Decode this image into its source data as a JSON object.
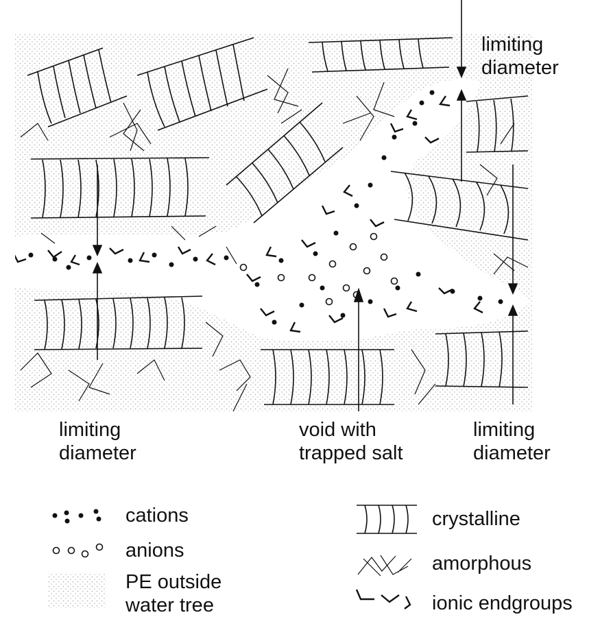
{
  "labels": {
    "top_right": {
      "line1": "limiting",
      "line2": "diameter"
    },
    "bottom_left": {
      "line1": "limiting",
      "line2": "diameter"
    },
    "bottom_center": {
      "line1": "void with",
      "line2": "trapped salt"
    },
    "bottom_right": {
      "line1": "limiting",
      "line2": "diameter"
    }
  },
  "legend": {
    "cations": "cations",
    "anions": "anions",
    "pe_outside_line1": "PE outside",
    "pe_outside_line2": "water tree",
    "crystalline": "crystalline",
    "amorphous": "amorphous",
    "ionic_endgroups": "ionic endgroups"
  },
  "colors": {
    "ink": "#111111",
    "stipple": "#b9b9b9",
    "background": "#ffffff"
  }
}
